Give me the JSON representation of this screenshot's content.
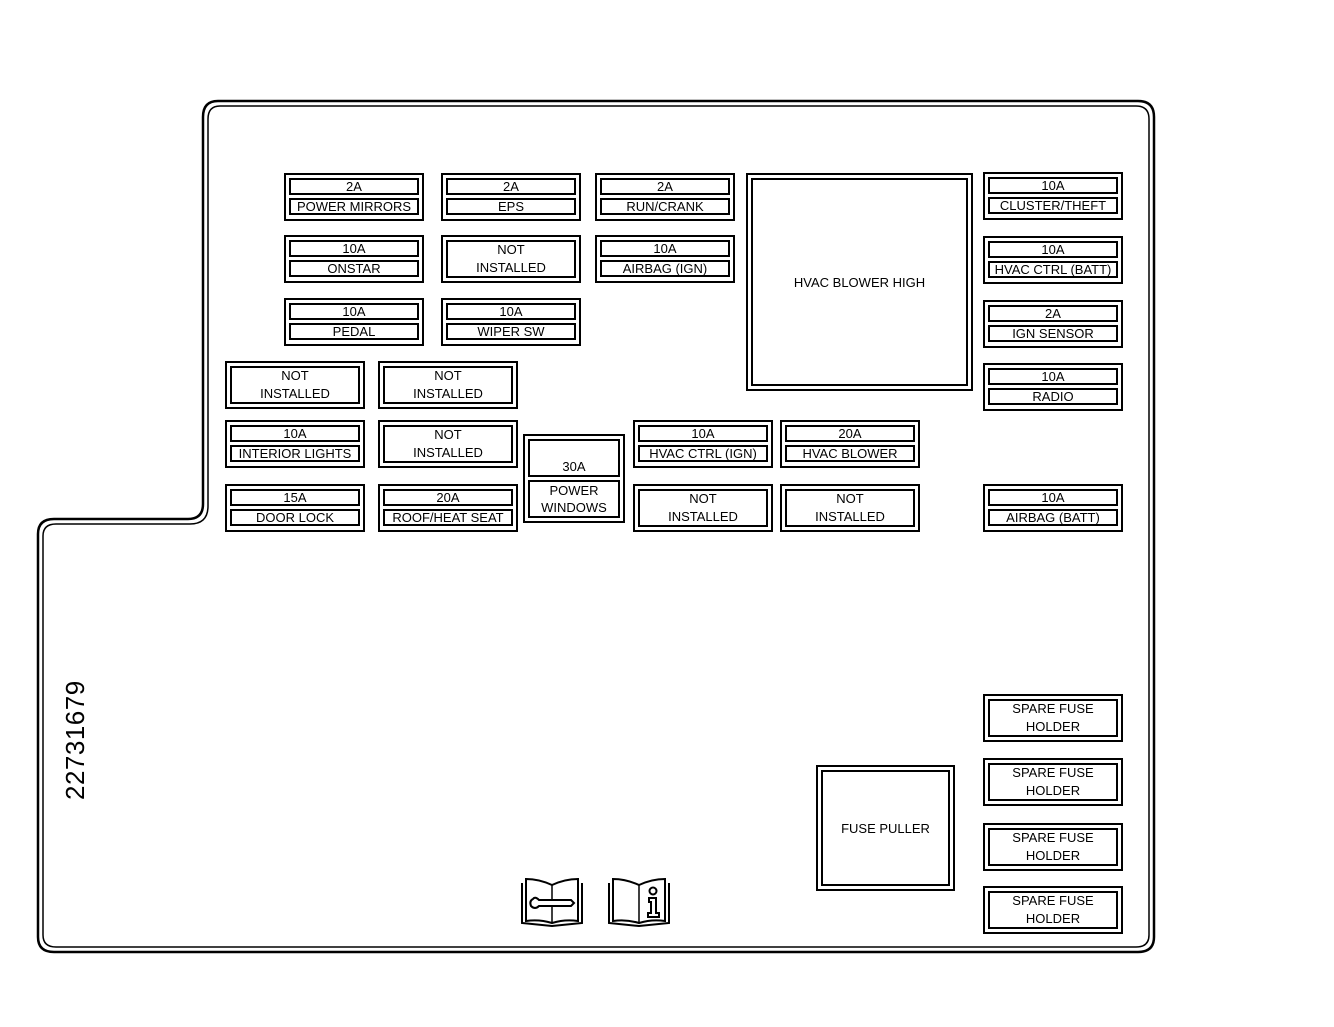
{
  "part_number": "22731679",
  "fuses_two_row": [
    {
      "amp": "2A",
      "label": "POWER MIRRORS"
    },
    {
      "amp": "2A",
      "label": "EPS"
    },
    {
      "amp": "2A",
      "label": "RUN/CRANK"
    },
    {
      "amp": "10A",
      "label": "CLUSTER/THEFT"
    },
    {
      "amp": "10A",
      "label": "ONSTAR"
    },
    {
      "amp": "10A",
      "label": "AIRBAG (IGN)"
    },
    {
      "amp": "10A",
      "label": "HVAC CTRL (BATT)"
    },
    {
      "amp": "10A",
      "label": "PEDAL"
    },
    {
      "amp": "10A",
      "label": "WIPER SW"
    },
    {
      "amp": "2A",
      "label": "IGN SENSOR"
    },
    {
      "amp": "10A",
      "label": "RADIO"
    },
    {
      "amp": "10A",
      "label": "INTERIOR LIGHTS"
    },
    {
      "amp": "10A",
      "label": "HVAC CTRL (IGN)"
    },
    {
      "amp": "20A",
      "label": "HVAC BLOWER"
    },
    {
      "amp": "15A",
      "label": "DOOR LOCK"
    },
    {
      "amp": "20A",
      "label": "ROOF/HEAT SEAT"
    },
    {
      "amp": "10A",
      "label": "AIRBAG (BATT)"
    }
  ],
  "not_installed": {
    "line1": "NOT",
    "line2": "INSTALLED"
  },
  "power_windows": {
    "amp": "30A",
    "line1": "POWER",
    "line2": "WINDOWS"
  },
  "hvac_blower_high": "HVAC BLOWER HIGH",
  "fuse_puller": "FUSE PULLER",
  "spare_fuse_holder": {
    "line1": "SPARE FUSE",
    "line2": "HOLDER"
  },
  "icons": [
    "service-manual-icon",
    "owner-manual-info-icon"
  ]
}
